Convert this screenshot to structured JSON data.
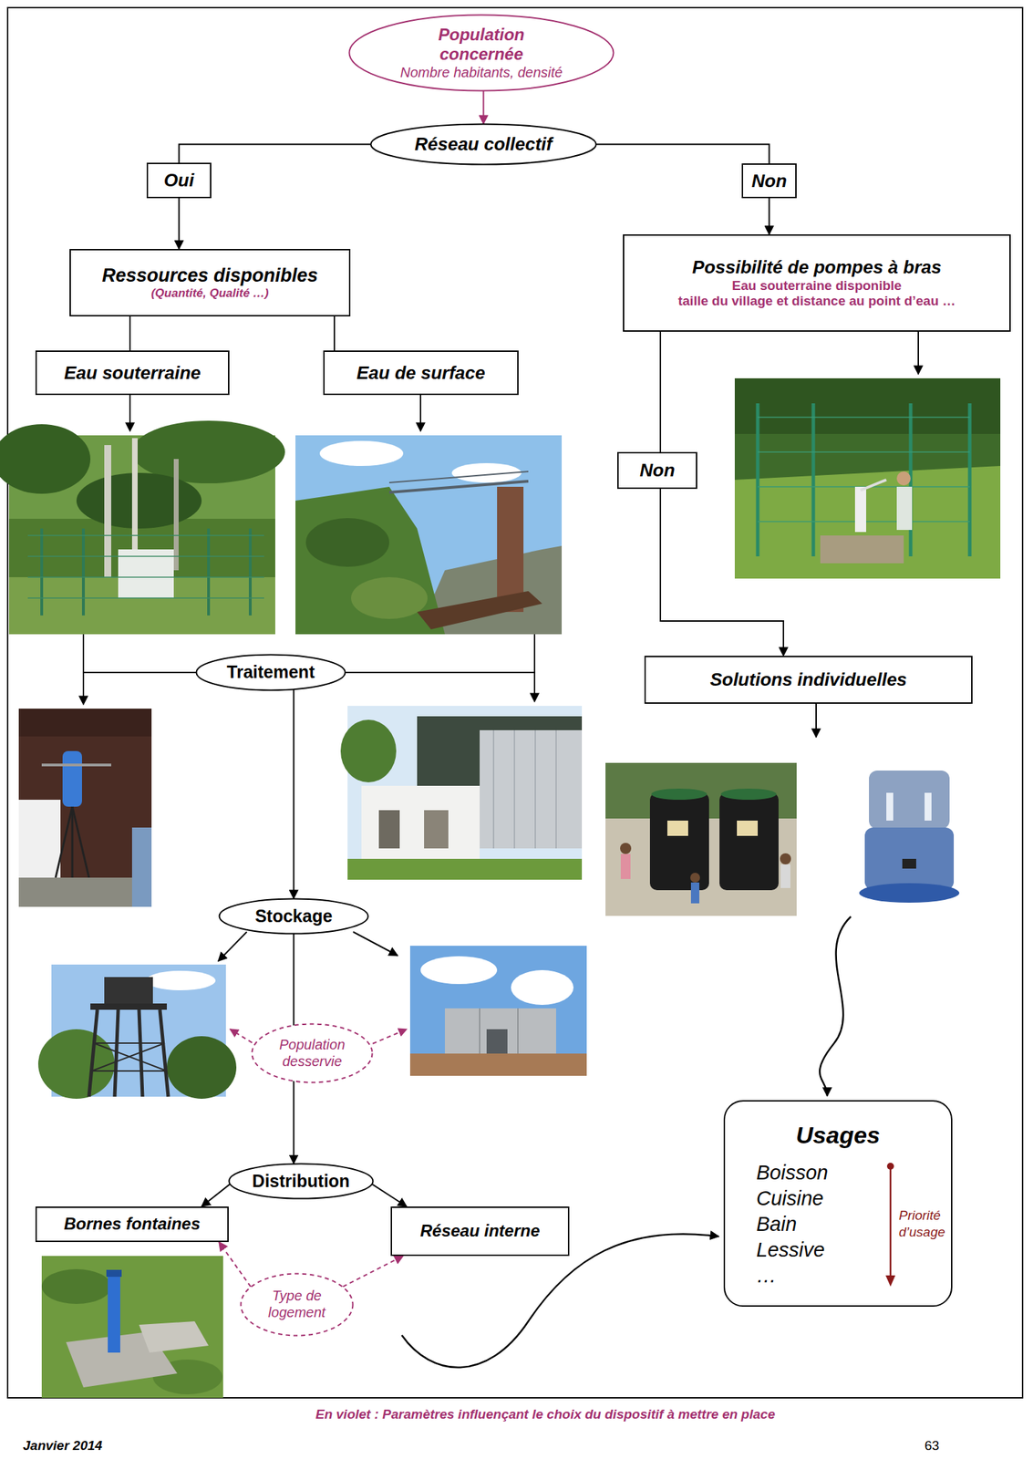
{
  "diagram": {
    "nodes": [
      {
        "text": [
          "Population concernée",
          "Nombre habitants, densité"
        ]
      },
      {
        "text": [
          "Réseau collectif"
        ]
      },
      {
        "text": [
          "Oui"
        ]
      },
      {
        "text": [
          "Non"
        ]
      },
      {
        "text": [
          "Ressources disponibles",
          "(Quantité, Qualité …)"
        ]
      },
      {
        "text": [
          "Possibilité de pompes à bras",
          "Eau souterraine disponible",
          "taille du village et distance au point d’eau …"
        ]
      },
      {
        "text": [
          "Eau souterraine"
        ]
      },
      {
        "text": [
          "Eau de surface"
        ]
      },
      {
        "text": [
          "Non"
        ]
      },
      {
        "text": [
          "Traitement"
        ]
      },
      {
        "text": [
          "Solutions individuelles"
        ]
      },
      {
        "text": [
          "Stockage"
        ]
      },
      {
        "text": [
          "Population desservie"
        ]
      },
      {
        "text": [
          "Distribution"
        ]
      },
      {
        "text": [
          "Bornes fontaines"
        ]
      },
      {
        "text": [
          "Réseau interne"
        ]
      },
      {
        "text": [
          "Type de logement"
        ]
      },
      {
        "text": [
          "Usages",
          "Boisson Cuisine Bain Lessive …",
          "Priorité d’usage"
        ]
      }
    ],
    "edges": [
      {
        "from": 0,
        "to": 1,
        "arrow": "to"
      },
      {
        "from": 1,
        "to": 2,
        "arrow": "none"
      },
      {
        "from": 1,
        "to": 3,
        "arrow": "none"
      },
      {
        "from": 2,
        "to": 4,
        "arrow": "to"
      },
      {
        "from": 3,
        "to": 5,
        "arrow": "to"
      },
      {
        "from": 4,
        "to": 6,
        "arrow": "none"
      },
      {
        "from": 4,
        "to": 7,
        "arrow": "none"
      },
      {
        "from": 5,
        "to": 8,
        "arrow": "none"
      },
      {
        "from": 8,
        "to": 10,
        "arrow": "to"
      },
      {
        "from": 9,
        "to": 11,
        "arrow": "to"
      },
      {
        "from": 11,
        "to": 13,
        "arrow": "to"
      },
      {
        "from": 13,
        "to": 14,
        "arrow": "to"
      },
      {
        "from": 13,
        "to": 15,
        "arrow": "to"
      },
      {
        "from": 16,
        "to": 14,
        "arrow": "to"
      },
      {
        "from": 16,
        "to": 15,
        "arrow": "to"
      }
    ],
    "labels": [
      "En violet : Paramètres influençant le choix du dispositif à mettre en place",
      "Janvier 2014",
      "63"
    ]
  }
}
